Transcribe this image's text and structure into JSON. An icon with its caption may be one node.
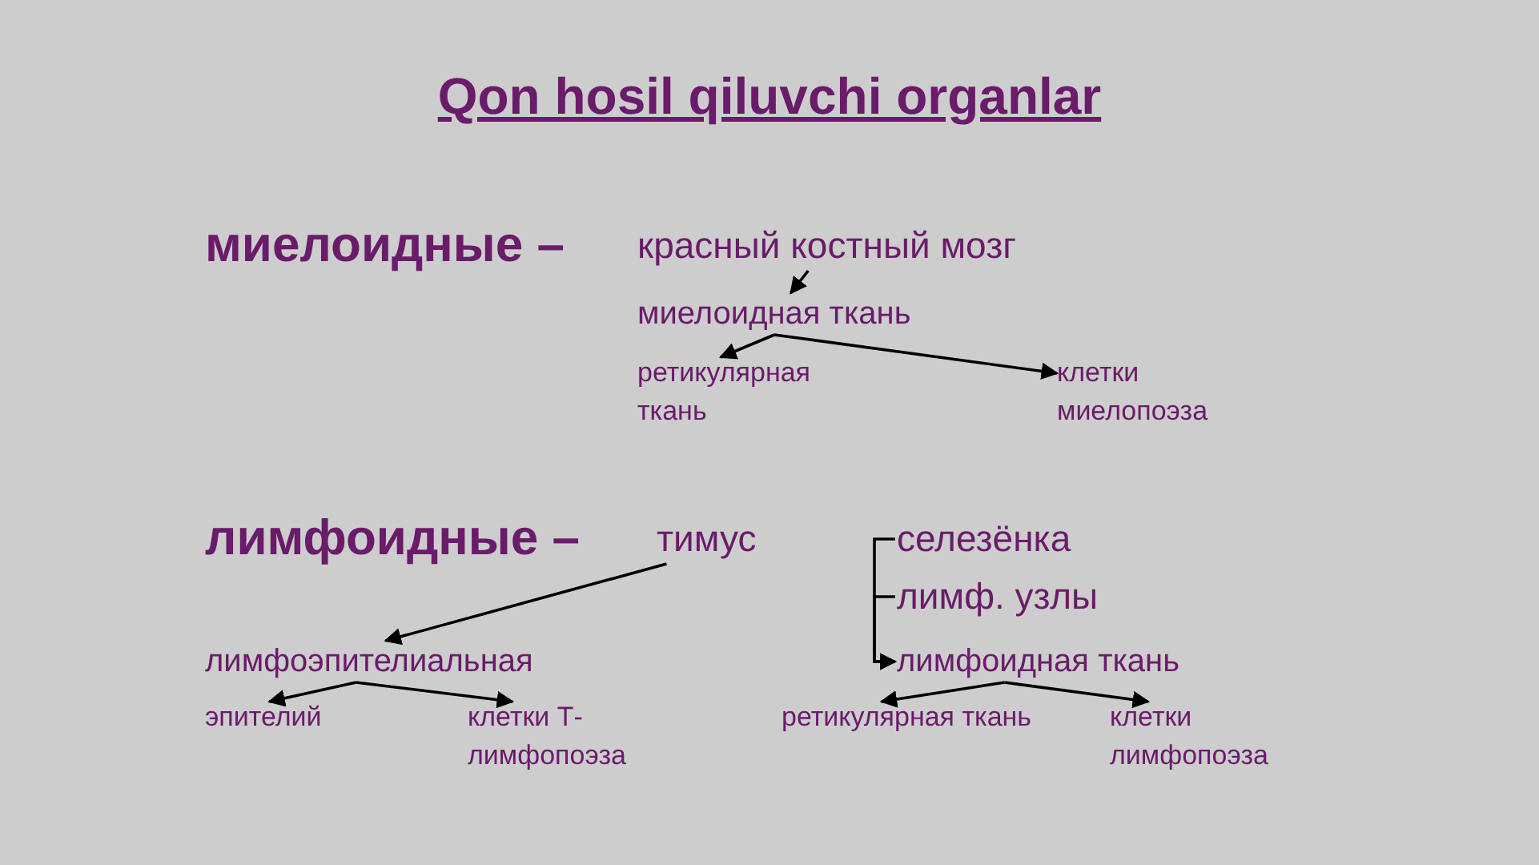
{
  "diagram": {
    "title": "Qon hosil qiluvchi organlar",
    "nodes": [
      {
        "text": [
          "красный костный мозг"
        ]
      },
      {
        "text": [
          "миелоидная ткань"
        ]
      },
      {
        "text": [
          "ретикулярная ткань"
        ]
      },
      {
        "text": [
          "клетки миелопоэза"
        ]
      },
      {
        "text": [
          "тимус"
        ]
      },
      {
        "text": [
          "лимфоэпителиальная"
        ]
      },
      {
        "text": [
          "эпителий"
        ]
      },
      {
        "text": [
          "клетки Т-лимфопоэза"
        ]
      },
      {
        "text": [
          "селезёнка"
        ]
      },
      {
        "text": [
          "лимф. узлы"
        ]
      },
      {
        "text": [
          "лимфоидная ткань"
        ]
      },
      {
        "text": [
          "ретикулярная ткань"
        ]
      },
      {
        "text": [
          "клетки лимфопоэза"
        ]
      }
    ],
    "edges": [
      {
        "from": 0,
        "to": 1,
        "arrow": "to"
      },
      {
        "from": 1,
        "to": 2,
        "arrow": "to"
      },
      {
        "from": 1,
        "to": 3,
        "arrow": "to"
      },
      {
        "from": 4,
        "to": 5,
        "arrow": "to"
      },
      {
        "from": 5,
        "to": 6,
        "arrow": "to"
      },
      {
        "from": 5,
        "to": 7,
        "arrow": "to"
      },
      {
        "from": 8,
        "to": 10,
        "arrow": "to"
      },
      {
        "from": 9,
        "to": 10,
        "arrow": "to"
      },
      {
        "from": 10,
        "to": 11,
        "arrow": "to"
      },
      {
        "from": 10,
        "to": 12,
        "arrow": "to"
      }
    ],
    "labels": [
      "миелоидные –",
      "лимфоидные –"
    ]
  }
}
